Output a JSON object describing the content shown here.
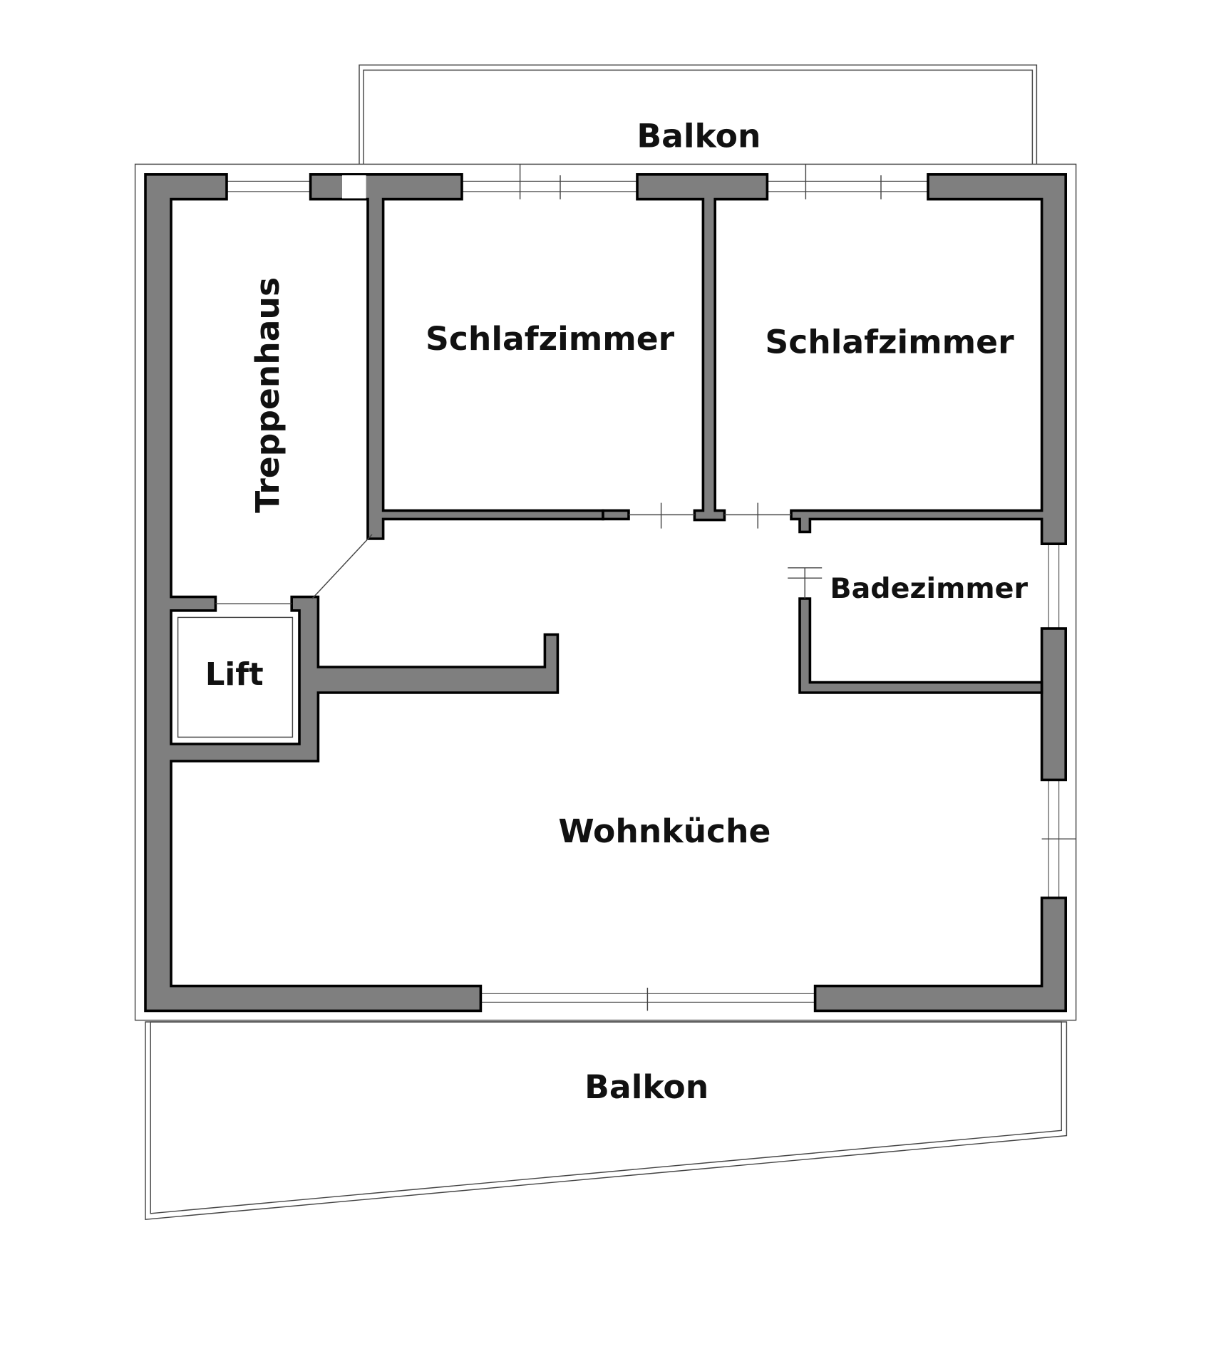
{
  "rooms": {
    "balkon_top": "Balkon",
    "treppenhaus": "Treppenhaus",
    "schlafzimmer_1": "Schlafzimmer",
    "schlafzimmer_2": "Schlafzimmer",
    "badezimmer": "Badezimmer",
    "lift": "Lift",
    "wohnkueche": "Wohnküche",
    "balkon_bottom": "Balkon"
  },
  "colors": {
    "wall": "#7f7f7f",
    "outline": "#000000"
  }
}
